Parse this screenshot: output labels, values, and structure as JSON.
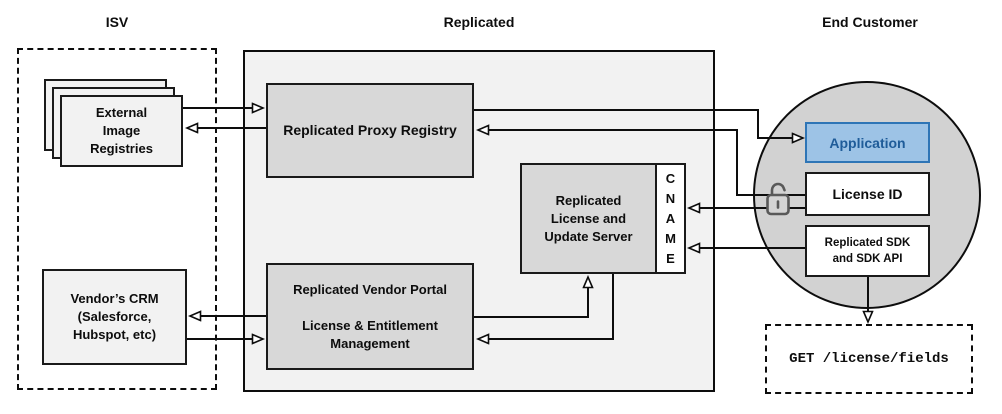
{
  "sections": {
    "isv": {
      "title": "ISV"
    },
    "replicated": {
      "title": "Replicated"
    },
    "end_customer": {
      "title": "End Customer"
    }
  },
  "nodes": {
    "external_registries": {
      "label": "External\nImage\nRegistries"
    },
    "vendor_crm": {
      "label": "Vendor’s CRM\n(Salesforce,\nHubspot, etc)"
    },
    "proxy_registry": {
      "label": "Replicated Proxy Registry"
    },
    "vendor_portal": {
      "label": "Replicated Vendor Portal\n\nLicense & Entitlement\nManagement"
    },
    "license_update_server": {
      "label": "Replicated\nLicense and\nUpdate Server"
    },
    "cname": {
      "label": "C\nN\nA\nM\nE"
    },
    "application": {
      "label": "Application"
    },
    "license_id": {
      "label": "License ID"
    },
    "replicated_sdk": {
      "label": "Replicated SDK\nand SDK API"
    },
    "get_endpoint": {
      "label": "GET /license/fields"
    }
  },
  "icons": {
    "lock": "unlocked-padlock"
  },
  "edges": [
    {
      "from": "external-image-registries",
      "to": "replicated-proxy-registry"
    },
    {
      "from": "replicated-proxy-registry",
      "to": "external-image-registries"
    },
    {
      "from": "replicated-proxy-registry",
      "to": "application"
    },
    {
      "from": "license-id",
      "to": "replicated-proxy-registry"
    },
    {
      "from": "license-id",
      "to": "cname"
    },
    {
      "from": "replicated-sdk",
      "to": "cname"
    },
    {
      "from": "replicated-sdk",
      "to": "get-license-fields"
    },
    {
      "from": "vendor-portal",
      "to": "license-update-server"
    },
    {
      "from": "license-update-server",
      "to": "vendor-portal"
    },
    {
      "from": "vendor-portal",
      "to": "vendor-crm"
    },
    {
      "from": "vendor-crm",
      "to": "vendor-portal"
    }
  ],
  "colors": {
    "container_fill": "#f2f2f2",
    "inner_node_fill": "#d8d8d8",
    "light_node_fill": "#f2f2f2",
    "circle_fill": "#d2d2d2",
    "application_fill": "#9dc3e6",
    "application_border": "#2e75b6",
    "application_text": "#1f5c99",
    "line_color": "#0d0d0d",
    "lock_color": "#595959"
  }
}
